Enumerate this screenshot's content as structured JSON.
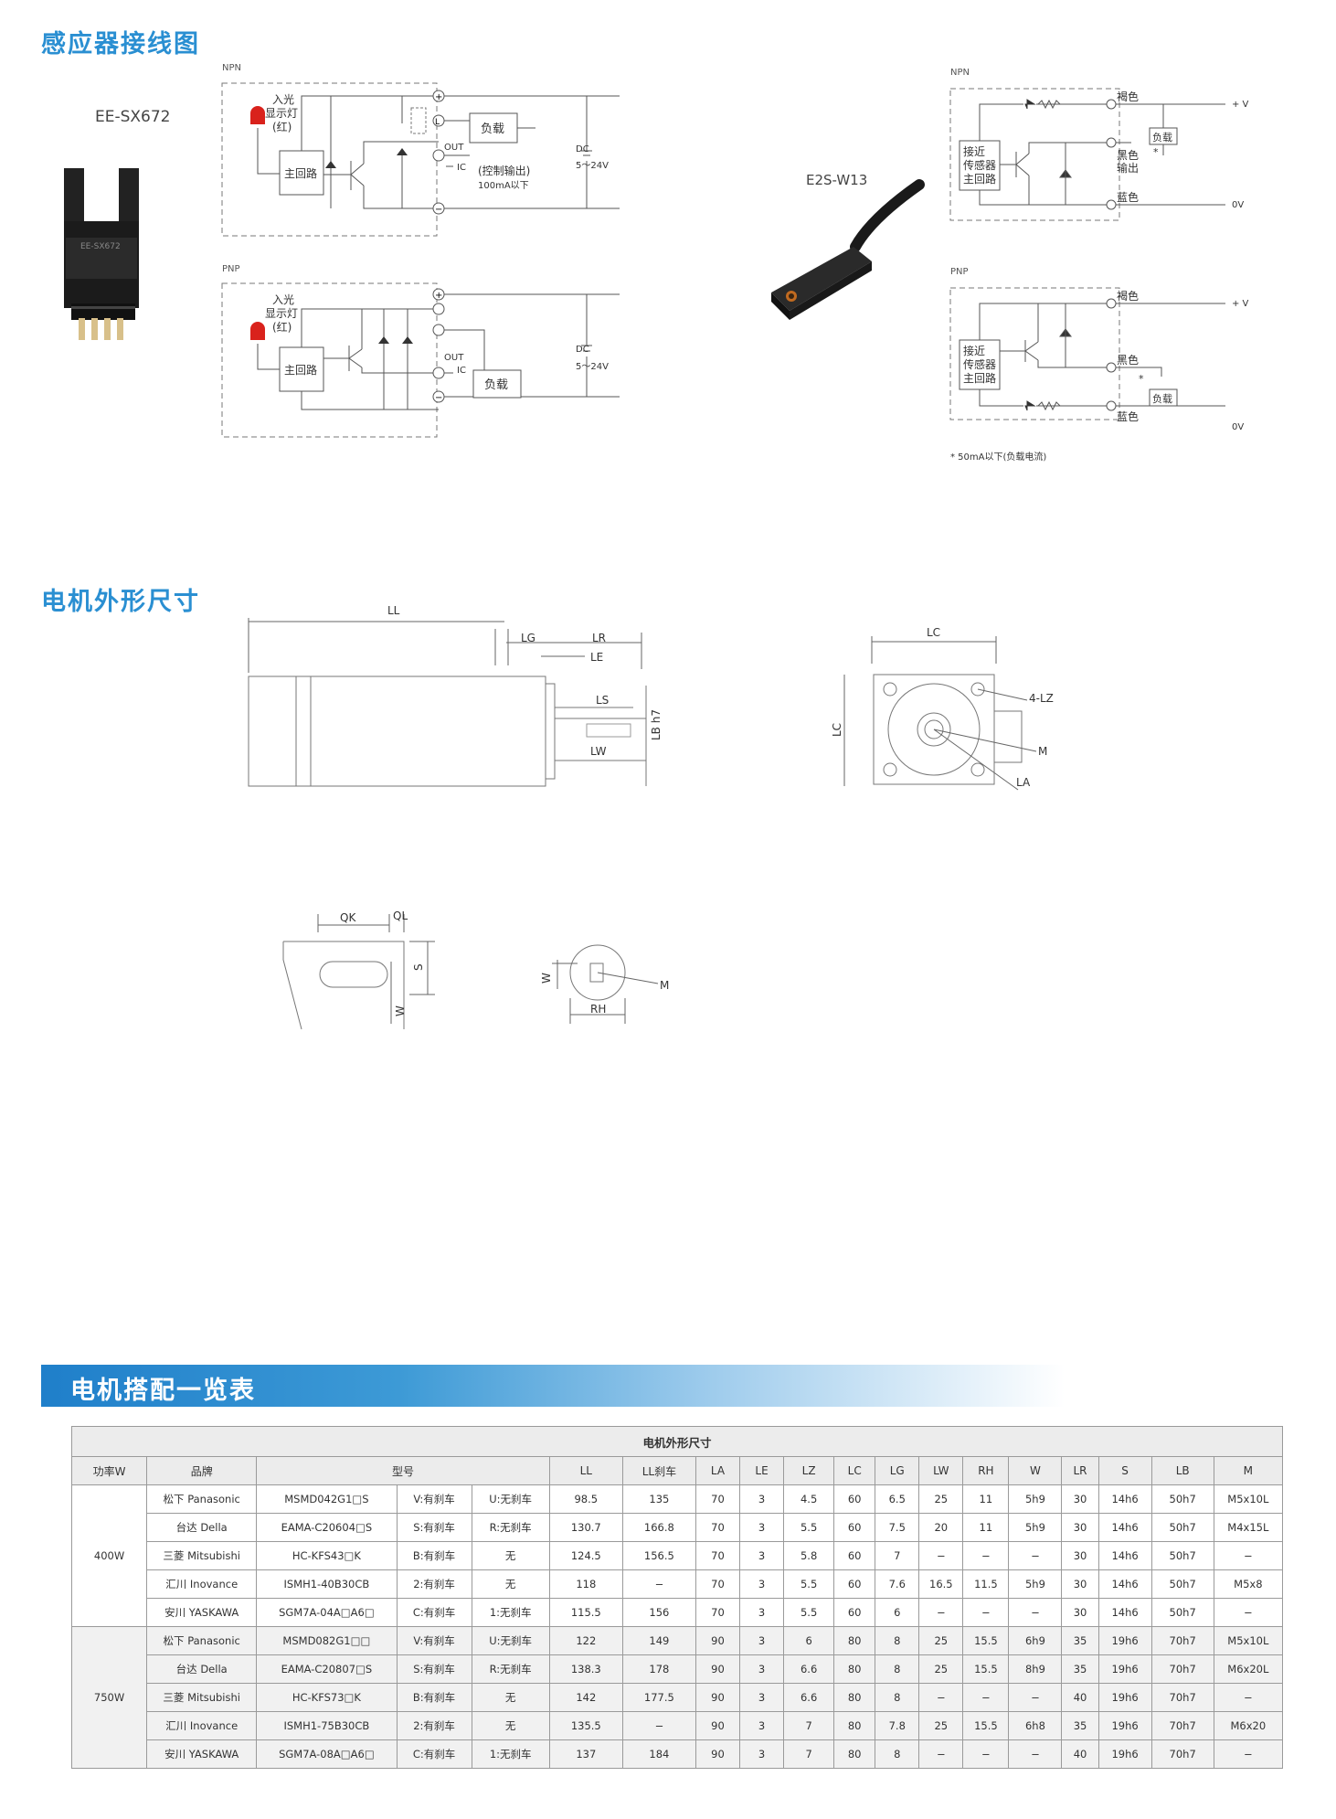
{
  "sections": {
    "sensor_wiring": "感应器接线图",
    "motor_outline": "电机外形尺寸",
    "motor_table": "电机搭配一览表"
  },
  "sensor1": {
    "model": "EE-SX672",
    "npn": {
      "title": "NPN",
      "led_label1": "入光",
      "led_label2": "显示灯",
      "led_label3": "(红)",
      "main_circuit": "主回路",
      "load": "负载",
      "out": "OUT",
      "ic": "IC",
      "control_out": "(控制输出)",
      "current": "100mA以下",
      "dc": "DC",
      "voltage": "5～24V",
      "plus": "+",
      "minus": "−",
      "l": "L"
    },
    "pnp": {
      "title": "PNP",
      "led_label1": "入光",
      "led_label2": "显示灯",
      "led_label3": "(红)",
      "main_circuit": "主回路",
      "load": "负载",
      "out": "OUT",
      "ic": "IC",
      "dc": "DC",
      "voltage": "5～24V",
      "plus": "+",
      "minus": "−"
    }
  },
  "sensor2": {
    "model": "E2S-W13",
    "npn": {
      "title": "NPN",
      "block_line1": "接近",
      "block_line2": "传感器",
      "block_line3": "主回路",
      "brown": "褐色",
      "black": "黑色",
      "output": "输出",
      "blue": "蓝色",
      "load": "负载",
      "plus_v": "+ V",
      "zero_v": "0V",
      "star": "*"
    },
    "pnp": {
      "title": "PNP",
      "block_line1": "接近",
      "block_line2": "传感器",
      "block_line3": "主回路",
      "brown": "褐色",
      "black": "黑色",
      "blue": "蓝色",
      "load": "负载",
      "plus_v": "+ V",
      "zero_v": "0V",
      "star": "*"
    },
    "note": "* 50mA以下(负载电流)"
  },
  "motor_dims": {
    "ll": "LL",
    "lg": "LG",
    "lr": "LR",
    "le": "LE",
    "ls": "LS",
    "lb": "LB h7",
    "lw": "LW",
    "lc": "LC",
    "lz": "4-LZ",
    "m": "M",
    "la": "LA",
    "qk": "QK",
    "ql": "QL",
    "s": "S",
    "w": "W",
    "rh": "RH"
  },
  "table": {
    "title": "电机外形尺寸",
    "headers": [
      "功率W",
      "品牌",
      "型号",
      "LL",
      "LL刹车",
      "LA",
      "LE",
      "LZ",
      "LC",
      "LG",
      "LW",
      "RH",
      "W",
      "LR",
      "S",
      "LB",
      "M"
    ],
    "groups": [
      {
        "power": "400W",
        "rows": [
          [
            "松下  Panasonic",
            "MSMD042G1□S",
            "V:有刹车",
            "U:无刹车",
            "98.5",
            "135",
            "70",
            "3",
            "4.5",
            "60",
            "6.5",
            "25",
            "11",
            "5h9",
            "30",
            "14h6",
            "50h7",
            "M5x10L"
          ],
          [
            "台达  Della",
            "EAMA-C20604□S",
            "S:有刹车",
            "R:无刹车",
            "130.7",
            "166.8",
            "70",
            "3",
            "5.5",
            "60",
            "7.5",
            "20",
            "11",
            "5h9",
            "30",
            "14h6",
            "50h7",
            "M4x15L"
          ],
          [
            "三菱  Mitsubishi",
            "HC-KFS43□K",
            "B:有刹车",
            "无",
            "124.5",
            "156.5",
            "70",
            "3",
            "5.8",
            "60",
            "7",
            "−",
            "−",
            "−",
            "30",
            "14h6",
            "50h7",
            "−"
          ],
          [
            "汇川  Inovance",
            "ISMH1-40B30CB",
            "2:有刹车",
            "无",
            "118",
            "−",
            "70",
            "3",
            "5.5",
            "60",
            "7.6",
            "16.5",
            "11.5",
            "5h9",
            "30",
            "14h6",
            "50h7",
            "M5x8"
          ],
          [
            "安川  YASKAWA",
            "SGM7A-04A□A6□",
            "C:有刹车",
            "1:无刹车",
            "115.5",
            "156",
            "70",
            "3",
            "5.5",
            "60",
            "6",
            "−",
            "−",
            "−",
            "30",
            "14h6",
            "50h7",
            "−"
          ]
        ]
      },
      {
        "power": "750W",
        "rows": [
          [
            "松下  Panasonic",
            "MSMD082G1□□",
            "V:有刹车",
            "U:无刹车",
            "122",
            "149",
            "90",
            "3",
            "6",
            "80",
            "8",
            "25",
            "15.5",
            "6h9",
            "35",
            "19h6",
            "70h7",
            "M5x10L"
          ],
          [
            "台达  Della",
            "EAMA-C20807□S",
            "S:有刹车",
            "R:无刹车",
            "138.3",
            "178",
            "90",
            "3",
            "6.6",
            "80",
            "8",
            "25",
            "15.5",
            "8h9",
            "35",
            "19h6",
            "70h7",
            "M6x20L"
          ],
          [
            "三菱  Mitsubishi",
            "HC-KFS73□K",
            "B:有刹车",
            "无",
            "142",
            "177.5",
            "90",
            "3",
            "6.6",
            "80",
            "8",
            "−",
            "−",
            "−",
            "40",
            "19h6",
            "70h7",
            "−"
          ],
          [
            "汇川  Inovance",
            "ISMH1-75B30CB",
            "2:有刹车",
            "无",
            "135.5",
            "−",
            "90",
            "3",
            "7",
            "80",
            "7.8",
            "25",
            "15.5",
            "6h8",
            "35",
            "19h6",
            "70h7",
            "M6x20"
          ],
          [
            "安川  YASKAWA",
            "SGM7A-08A□A6□",
            "C:有刹车",
            "1:无刹车",
            "137",
            "184",
            "90",
            "3",
            "7",
            "80",
            "8",
            "−",
            "−",
            "−",
            "40",
            "19h6",
            "70h7",
            "−"
          ]
        ]
      }
    ]
  },
  "colors": {
    "accent": "#2a8fd2",
    "led": "#d9221c",
    "line": "#555555"
  }
}
